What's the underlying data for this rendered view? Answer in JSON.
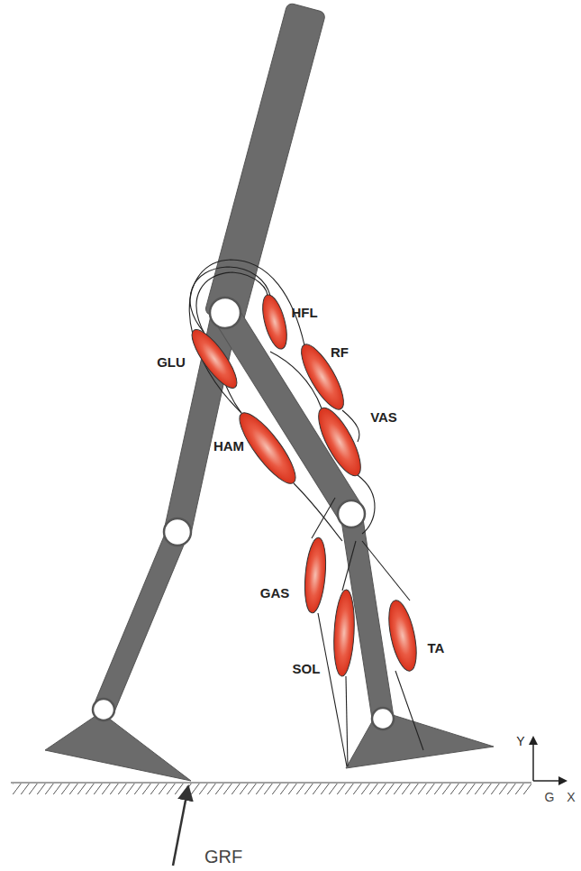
{
  "diagram": {
    "labels": [
      "HFL",
      "GLU",
      "RF",
      "VAS",
      "HAM",
      "GAS",
      "SOL",
      "TA",
      "GRF",
      "Y",
      "G",
      "X"
    ]
  }
}
